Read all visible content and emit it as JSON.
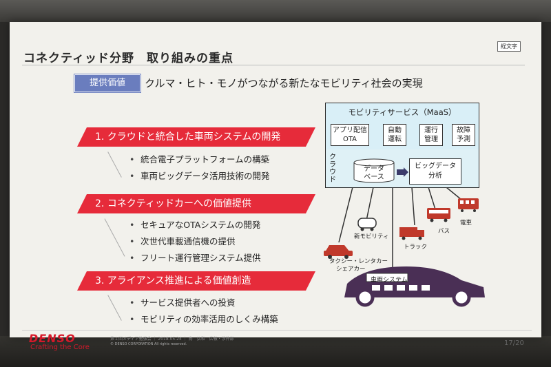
{
  "slide": {
    "title": "コネクティッド分野　取り組みの重点",
    "tag": "経文字",
    "value_label": "提供価値",
    "value_text": "クルマ・ヒト・モノがつながる新たなモビリティ社会の実現",
    "sections": [
      {
        "heading": "1. クラウドと統合した車両システムの開発",
        "bullets": [
          "統合電子プラットフォームの構築",
          "車両ビッグデータ活用技術の開発"
        ]
      },
      {
        "heading": "2. コネクティッドカーへの価値提供",
        "bullets": [
          "セキュアなOTAシステムの開発",
          "次世代車載通信機の提供",
          "フリート運行管理システム提供"
        ]
      },
      {
        "heading": "3. アライアンス推進による価値創造",
        "bullets": [
          "サービス提供者への投資",
          "モビリティの効率活用のしくみ構築"
        ]
      }
    ],
    "diagram": {
      "maas_title": "モビリティサービス（MaaS）",
      "services": [
        {
          "line1": "アプリ配信",
          "line2": "OTA"
        },
        {
          "line1": "自動",
          "line2": "運転"
        },
        {
          "line1": "運行",
          "line2": "管理"
        },
        {
          "line1": "故障",
          "line2": "予測"
        }
      ],
      "cloud_label": "クラウド",
      "db_line1": "データ",
      "db_line2": "ベース",
      "bigdata_line1": "ビッグデータ",
      "bigdata_line2": "分析",
      "vehicles": {
        "train": "電車",
        "bus": "バス",
        "truck": "トラック",
        "new_mobility": "新モビリティ",
        "taxi_line1": "タクシー・レンタカー",
        "taxi_line2": "シェアカー",
        "car_system": "車両システム"
      }
    },
    "footer": {
      "logo": "DENSO",
      "tagline": "Crafting the Core",
      "info": "第１回メディア勉強会 ｜ 2018.05.24 ｜ 鳥　弘和　広報・渉外部",
      "copyright": "© DENSO CORPORATION All rights reserved.",
      "page": "17/20"
    }
  },
  "colors": {
    "accent_red": "#e62b3a",
    "value_blue": "#6a7dbe",
    "diagram_fill": "#d9eff7",
    "car_purple": "#4a2f55",
    "brand": "#d7192a"
  }
}
